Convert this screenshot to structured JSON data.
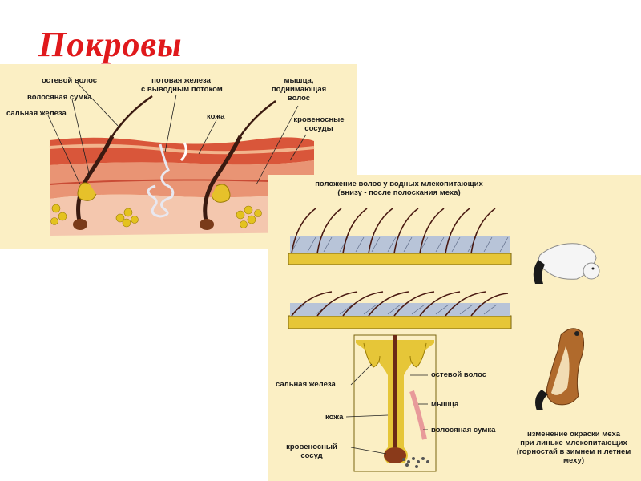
{
  "slide": {
    "title": "Покровы"
  },
  "skin_diagram": {
    "labels": {
      "guard_hair": "остевой волос",
      "hair_follicle": "волосяная сумка",
      "sebaceous_gland": "сальная железа",
      "sweat_gland_line1": "потовая железа",
      "sweat_gland_line2": "с выводным потоком",
      "skin": "кожа",
      "muscle_line1": "мышца,",
      "muscle_line2": "поднимающая",
      "muscle_line3": "волос",
      "vessels_line1": "кровеносные",
      "vessels_line2": "сосуды"
    }
  },
  "fur_diagram": {
    "labels": {
      "water_title_line1": "положение волос у водных млекопитающих",
      "water_title_line2": "(внизу - после полоскания меха)",
      "guard_hair": "остевой волос",
      "sebaceous_gland": "сальная железа",
      "muscle": "мышца",
      "skin": "кожа",
      "hair_follicle": "волосяная сумка",
      "vessel_line1": "кровеносный",
      "vessel_line2": "сосуд",
      "molt_line1": "изменение окраски меха",
      "molt_line2": "при линьке млекопитающих",
      "molt_line3": "(горностай в зимнем и летнем",
      "molt_line4": "меху)"
    }
  }
}
